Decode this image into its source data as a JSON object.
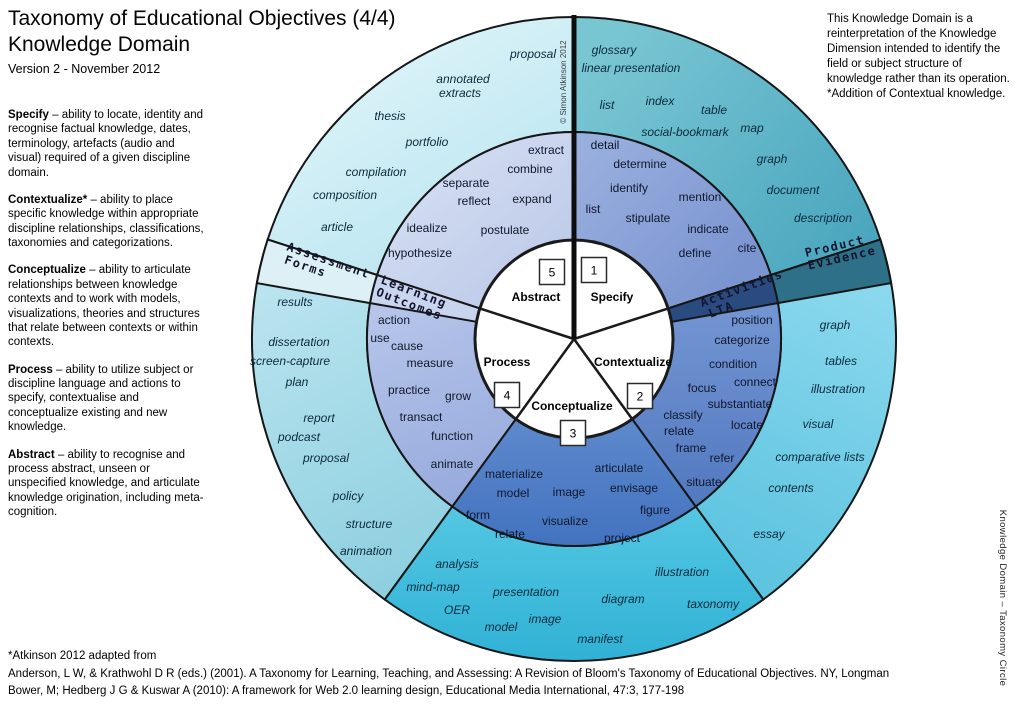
{
  "header": {
    "title_line1": "Taxonomy of Educational Objectives (4/4)",
    "title_line2": "Knowledge Domain",
    "version": "Version 2 - November 2012"
  },
  "info_note": "This Knowledge Domain is a reinterpretation of the Knowledge Dimension intended to identify the field or subject structure of knowledge rather than its operation. *Addition of Contextual knowledge.",
  "definitions": [
    {
      "term": "Specify",
      "text": "– ability to locate, identity and recognise factual knowledge, dates, terminology, artefacts (audio and visual) required of a given discipline domain."
    },
    {
      "term": "Contextualize*",
      "text": "– ability to place specific knowledge within appropriate discipline relationships, classifications, taxonomies and categorizations."
    },
    {
      "term": "Conceptualize",
      "text": "– ability to articulate relationships between knowledge contexts and to work with models, visualizations, theories and structures that relate between contexts or within contexts."
    },
    {
      "term": "Process",
      "text": "– ability to utilize subject or discipline language and actions to specify, contextualise and conceptualize existing and new knowledge."
    },
    {
      "term": "Abstract",
      "text": "– ability to recognise and process abstract, unseen or unspecified knowledge, and articulate knowledge origination, including meta-cognition."
    }
  ],
  "center": {
    "segments": [
      {
        "num": "1",
        "label": "Specify"
      },
      {
        "num": "2",
        "label": "Contextualize"
      },
      {
        "num": "3",
        "label": "Conceptualize"
      },
      {
        "num": "4",
        "label": "Process"
      },
      {
        "num": "5",
        "label": "Abstract"
      }
    ]
  },
  "ring_labels": {
    "assessment": [
      "Assessment",
      "Forms"
    ],
    "learning": [
      "Learning",
      "Outcomes"
    ],
    "activities": [
      "Activities",
      "LTA"
    ],
    "product": [
      "Product",
      "Evidence"
    ]
  },
  "middle_ring": {
    "specify": [
      "detail",
      "determine",
      "identify",
      "mention",
      "list",
      "stipulate",
      "indicate",
      "define",
      "cite"
    ],
    "contextualize": [
      "position",
      "categorize",
      "condition",
      "connect",
      "focus",
      "substantiate",
      "classify",
      "locate",
      "relate",
      "frame",
      "refer",
      "situate"
    ],
    "conceptualize": [
      "materialize",
      "model",
      "image",
      "articulate",
      "envisage",
      "form",
      "relate",
      "visualize",
      "figure",
      "project"
    ],
    "process": [
      "action",
      "use",
      "cause",
      "measure",
      "practice",
      "grow",
      "transact",
      "function",
      "animate"
    ],
    "abstract": [
      "extract",
      "combine",
      "separate",
      "reflect",
      "expand",
      "idealize",
      "postulate",
      "hypothesize"
    ]
  },
  "outer_ring": {
    "specify": [
      "glossary",
      "linear presentation",
      "list",
      "index",
      "table",
      "social-bookmark",
      "map",
      "graph",
      "document",
      "description"
    ],
    "contextualize": [
      "graph",
      "tables",
      "illustration",
      "visual",
      "comparative lists",
      "contents",
      "essay"
    ],
    "conceptualize": [
      "analysis",
      "mind-map",
      "presentation",
      "OER",
      "model",
      "image",
      "manifest",
      "diagram",
      "illustration",
      "taxonomy"
    ],
    "process": [
      "results",
      "dissertation",
      "screen-capture",
      "plan",
      "report",
      "podcast",
      "proposal",
      "policy",
      "structure",
      "animation"
    ],
    "abstract": [
      "proposal",
      "annotated",
      "extracts",
      "thesis",
      "portfolio",
      "compilation",
      "composition",
      "article"
    ]
  },
  "copyright": "© Simon Atkinson 2012",
  "side_label": "Knowledge Domain – Taxonomy Circle",
  "footer": {
    "line1": "*Atkinson 2012 adapted from",
    "line2": "Anderson, L W, & Krathwohl D R (eds.) (2001). A Taxonomy for Learning, Teaching, and Assessing: A Revision of Bloom's Taxonomy of Educational Objectives. NY, Longman",
    "line3": "Bower, M; Hedberg J G & Kuswar A (2010): A framework for Web 2.0 learning design, Educational Media International, 47:3, 177-198"
  },
  "colors": {
    "outer_ring": {
      "specify": "#5fb7c8",
      "contextualize": "#74cde7",
      "conceptualize": "#3ebddd",
      "process": "#a5d9e8",
      "abstract": "#c9ecf4",
      "band_dark_teal": "#2f7089",
      "band_pale": "#dcf0f6"
    },
    "middle_ring": {
      "specify": "#8aa2d6",
      "contextualize": "#6690cf",
      "conceptualize": "#4c7cc5",
      "process": "#a8bce3",
      "abstract": "#c9d4ee",
      "band_navy": "#2a4b80",
      "band_pale": "#c9d4ef"
    },
    "center_fill": "#ffffff",
    "outline": "#1a1a1a"
  }
}
